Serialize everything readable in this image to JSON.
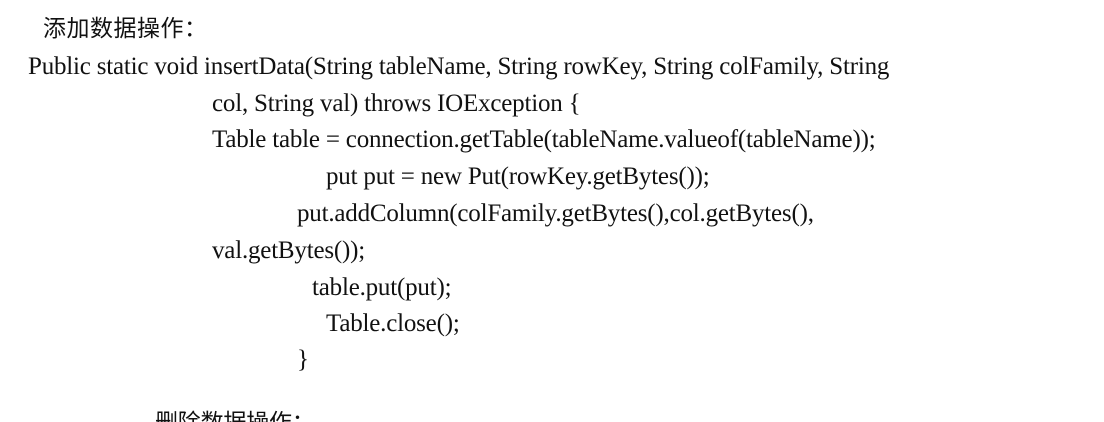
{
  "document": {
    "heading": "添加数据操作：",
    "code_lines": [
      "Public static void insertData(String tableName, String rowKey, String colFamily, String",
      "col, String val) throws IOException {",
      "Table table = connection.getTable(tableName.valueof(tableName));",
      "put put = new Put(rowKey.getBytes());",
      "put.addColumn(colFamily.getBytes(),col.getBytes(),",
      "val.getBytes());",
      "table.put(put);",
      "Table.close();",
      "}"
    ],
    "next_heading_partial": "删除数据操作："
  }
}
